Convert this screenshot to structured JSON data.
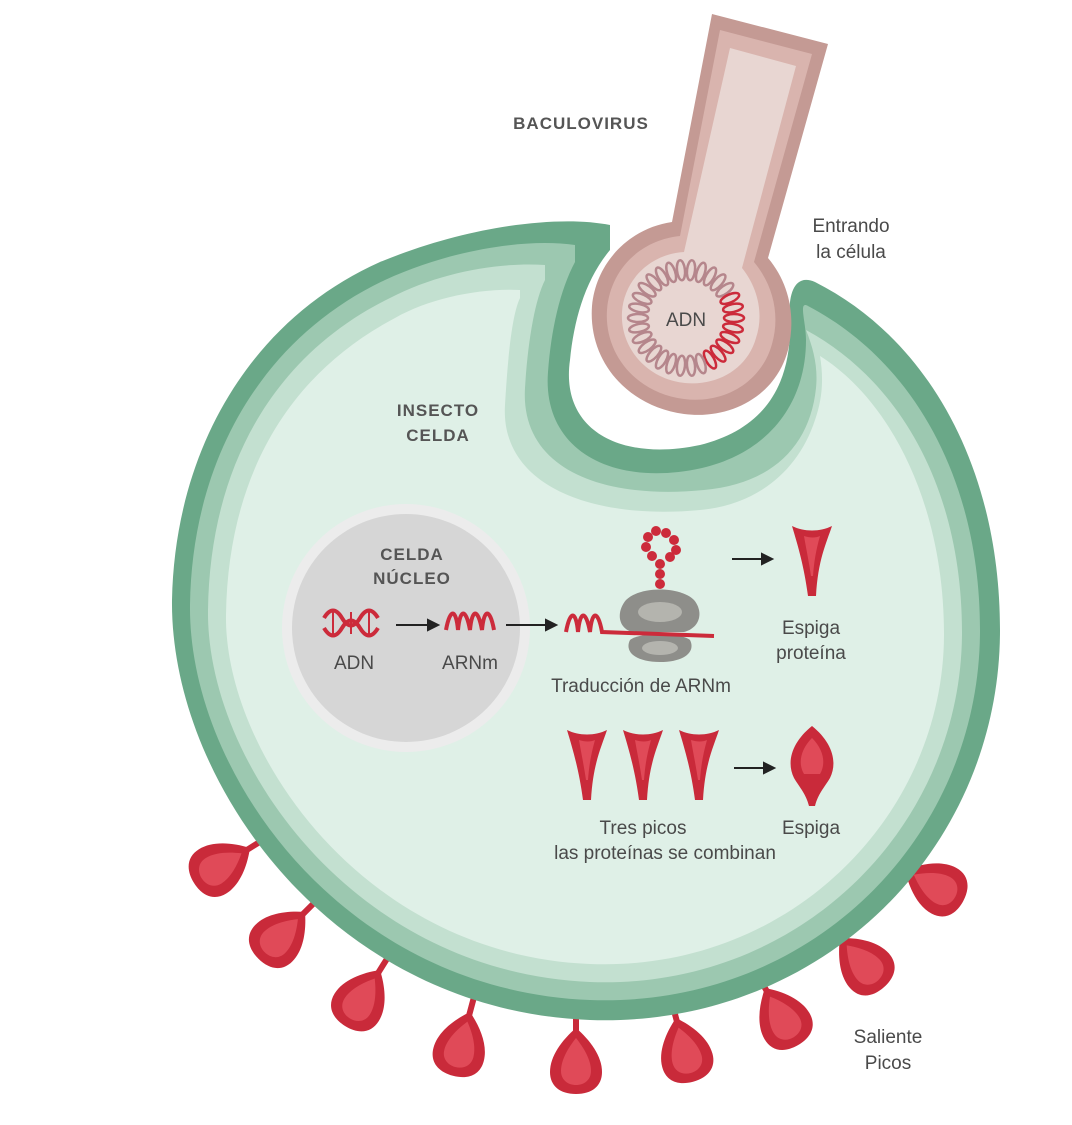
{
  "colors": {
    "membrane_outer": "#6aa888",
    "membrane_mid": "#9cc8b0",
    "membrane_inner": "#c3e0d0",
    "cytoplasm": "#dff0e7",
    "nucleus": "#d9d9d9",
    "virus_outer": "#c49a94",
    "virus_inner": "#e6d2cd",
    "protein_red": "#cc2b3b",
    "ribosome": "#8e8e8a"
  },
  "labels": {
    "baculovirus": "BACULOVIRUS",
    "entering_line1": "Entrando",
    "entering_line2": "la célula",
    "virus_dna": "ADN",
    "insect_cell_line1": "INSECTO",
    "insect_cell_line2": "CELDA",
    "nucleus_line1": "CELDA",
    "nucleus_line2": "NÚCLEO",
    "nucleus_dna": "ADN",
    "mrna": "ARNm",
    "translation": "Traducción de ARNm",
    "spike_protein_line1": "Espiga",
    "spike_protein_line2": "proteína",
    "three_spikes_line1": "Tres picos",
    "three_spikes_line2": "las proteínas se combinan",
    "spike": "Espiga",
    "protruding_line1": "Saliente",
    "protruding_line2": "Picos"
  },
  "icons": [
    "dna-helix-icon",
    "mrna-strand-icon",
    "arrow-right-icon",
    "ribosome-icon",
    "spike-protein-icon",
    "trimer-spike-icon"
  ]
}
